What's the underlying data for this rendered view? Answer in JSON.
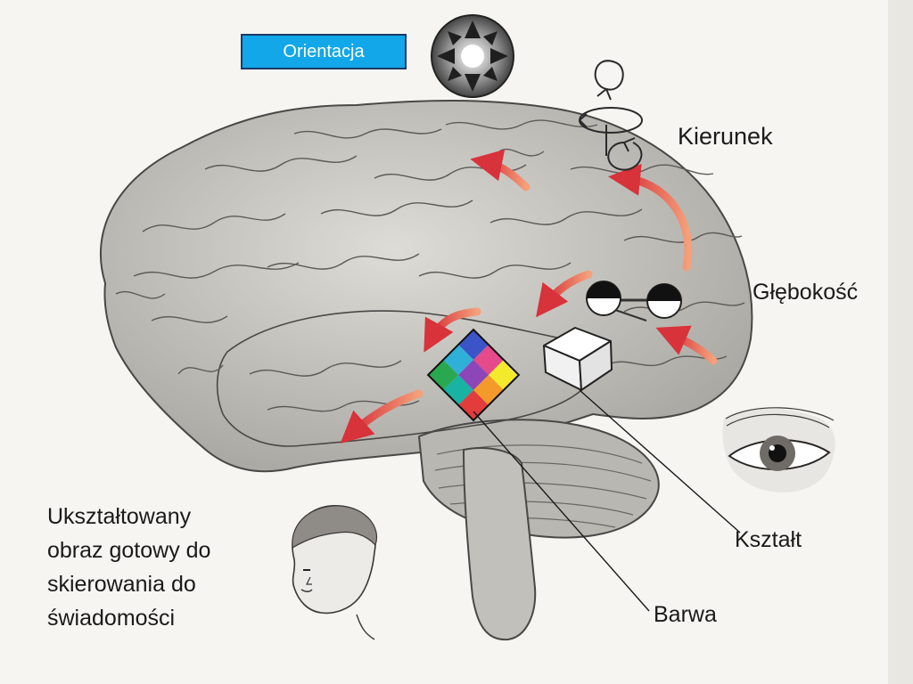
{
  "diagram": {
    "badge": "Orientacja",
    "labels": {
      "kierunek": "Kierunek",
      "glebokosc": "Głębokość",
      "ksztalt": "Kształt",
      "barwa": "Barwa",
      "obraz": "Ukształtowany\nobraz gotowy do\nskierowania do\nświadomości"
    },
    "colors": {
      "badge_fill": "#11a7e8",
      "badge_border": "#1b3a66",
      "arrow": "#e0503f",
      "brain": "#c9c7c2"
    },
    "icons": [
      "compass-icon",
      "rotation-arrows-icon",
      "stereo-glasses-icon",
      "color-square-icon",
      "cube-icon",
      "eye-icon",
      "boy-head-icon"
    ]
  }
}
